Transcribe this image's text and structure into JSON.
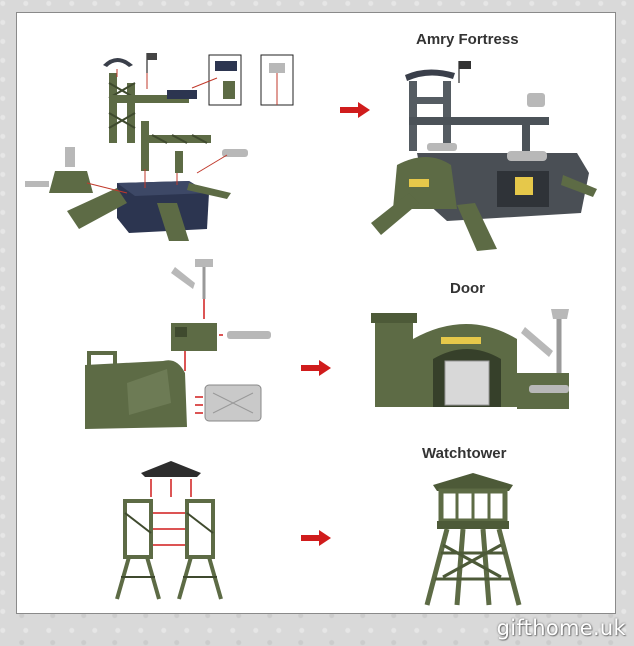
{
  "sections": [
    {
      "title": "Amry Fortress"
    },
    {
      "title": "Door"
    },
    {
      "title": "Watchtower"
    }
  ],
  "watermark": "gifthome.uk",
  "colors": {
    "olive": "#5d6b45",
    "olive_dark": "#3f4a2e",
    "navy": "#2c3550",
    "gray_part": "#b8b8b8",
    "assembly_arrow": "#d01c1c",
    "guide_line": "#c0392b"
  },
  "icons": [
    "right-arrow-icon"
  ]
}
